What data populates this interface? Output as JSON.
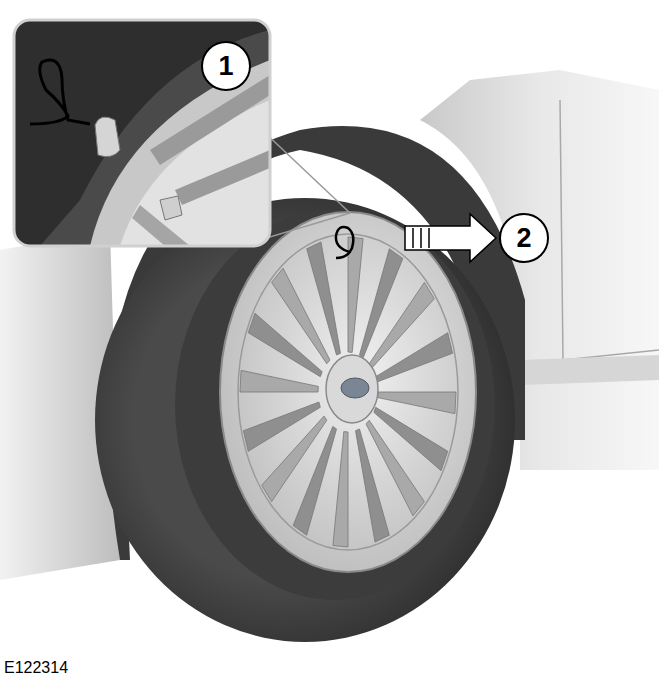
{
  "diagram": {
    "labels": [
      "1",
      "2",
      "E122314"
    ]
  }
}
